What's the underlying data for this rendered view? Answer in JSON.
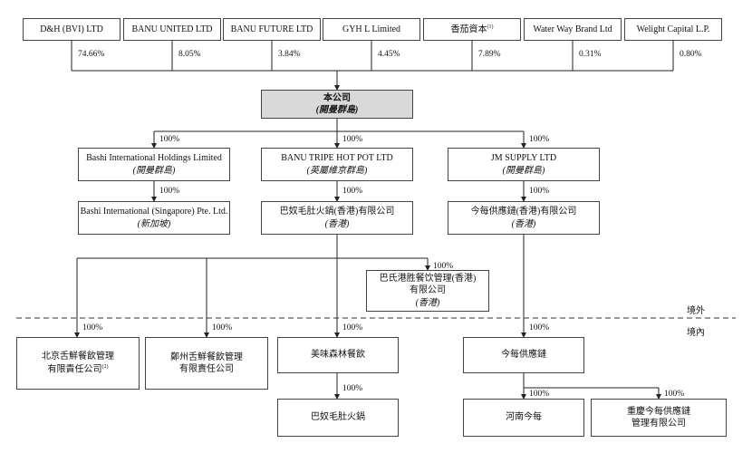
{
  "shareholders": [
    {
      "name": "D&H (BVI) LTD",
      "pct": "74.66%"
    },
    {
      "name": "BANU UNITED LTD",
      "pct": "8.05%"
    },
    {
      "name": "BANU FUTURE LTD",
      "pct": "3.84%"
    },
    {
      "name": "GYH L Limited",
      "pct": "4.45%"
    },
    {
      "name": "香茄資本",
      "note": "(1)",
      "pct": "7.89%"
    },
    {
      "name": "Water Way Brand Ltd",
      "pct": "0.31%"
    },
    {
      "name": "Welight Capital L.P.",
      "pct": "0.80%"
    }
  ],
  "company": {
    "name": "本公司",
    "sub": "(開曼群島)"
  },
  "tier1": [
    {
      "name": "Bashi International Holdings Limited",
      "sub": "(開曼群島)",
      "pct": "100%"
    },
    {
      "name": "BANU TRIPE HOT POT LTD",
      "sub": "(英屬維京群島)",
      "pct": "100%"
    },
    {
      "name": "JM SUPPLY LTD",
      "sub": "(開曼群島)",
      "pct": "100%"
    }
  ],
  "tier2": [
    {
      "name": "Bashi International (Singapore) Pte. Ltd.",
      "sub": "(新加坡)",
      "pct": "100%"
    },
    {
      "name": "巴奴毛肚火鍋(香港)有限公司",
      "sub": "(香港)",
      "pct": "100%"
    },
    {
      "name": "今每供應鏈(香港)有限公司",
      "sub": "(香港)",
      "pct": "100%"
    }
  ],
  "hk_sub": {
    "line1": "巴氏港胜餐饮管理(香港)",
    "line2": "有限公司",
    "sub": "(香港)",
    "pct": "100%"
  },
  "border": {
    "outside": "境外",
    "inside": "境內"
  },
  "onshore": [
    {
      "line1": "北京舌鮮餐飲管理",
      "line2": "有限責任公司",
      "note": "(2)",
      "pct": "100%"
    },
    {
      "line1": "鄭州舌鮮餐飲管理",
      "line2": "有限責任公司",
      "pct": "100%"
    },
    {
      "line1": "美味森林餐飲",
      "pct": "100%"
    },
    {
      "line1": "今每供應鏈",
      "pct": "100%"
    }
  ],
  "bottom": [
    {
      "line1": "巴奴毛肚火鍋",
      "pct": "100%"
    },
    {
      "line1": "河南今每",
      "pct": "100%"
    },
    {
      "line1": "重慶今每供應鏈",
      "line2": "管理有限公司",
      "pct": "100%"
    }
  ]
}
